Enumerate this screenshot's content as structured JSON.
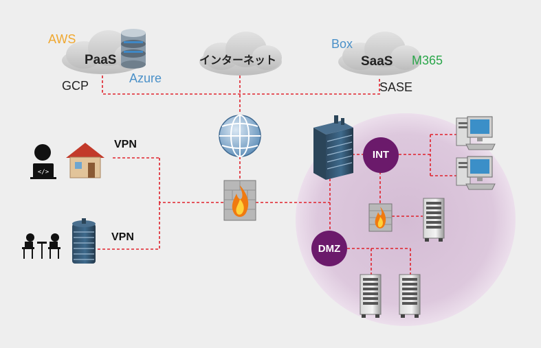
{
  "clouds": {
    "paas": {
      "label": "PaaS",
      "providers": {
        "aws": "AWS",
        "azure": "Azure",
        "gcp": "GCP"
      }
    },
    "internet": {
      "label": "インターネット"
    },
    "saas": {
      "label": "SaaS",
      "providers": {
        "box": "Box",
        "m365": "M365",
        "sase": "SASE"
      }
    }
  },
  "vpn_links": [
    {
      "label": "VPN"
    },
    {
      "label": "VPN"
    }
  ],
  "zones": {
    "int": "INT",
    "dmz": "DMZ"
  },
  "colors": {
    "background": "#eeeeee",
    "link": "#e0202a",
    "zone_area": "#d8bfd8",
    "zone_node": "#6b1a6b",
    "aws": "#f0a830",
    "azure": "#4a90c8",
    "m365": "#2aa64a",
    "cloud": "#cfcfcf"
  },
  "icons": {
    "paas_db": "database-cylinder-icon",
    "globe": "globe-icon",
    "firewall": "firewall-icon",
    "datacenter": "office-building-icon",
    "home_user": "remote-worker-icon",
    "house": "house-icon",
    "meeting": "meeting-people-icon",
    "branch": "branch-building-icon",
    "workstation": "workstation-icon",
    "server": "server-rack-icon"
  }
}
